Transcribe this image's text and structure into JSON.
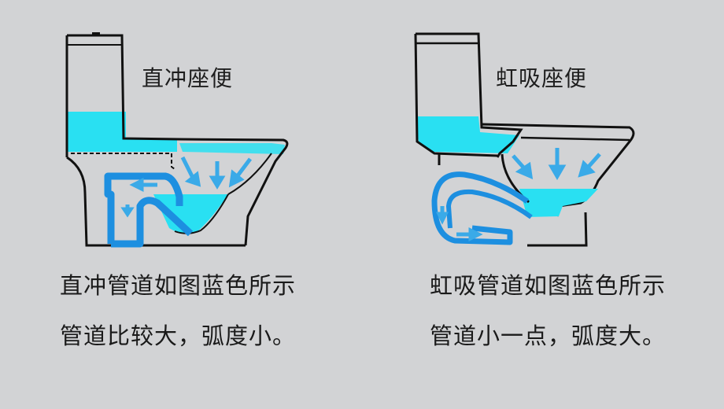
{
  "colors": {
    "background": "#d2d3d5",
    "water": "#29e0f2",
    "pipe": "#1d8fe0",
    "outline": "#111111"
  },
  "left_panel": {
    "title": "直冲座便",
    "caption_line1": "直冲管道如图蓝色所示",
    "caption_line2": "管道比较大，弧度小。"
  },
  "right_panel": {
    "title": "虹吸座便",
    "caption_line1": "虹吸管道如图蓝色所示",
    "caption_line2": "管道小一点，弧度大。"
  }
}
